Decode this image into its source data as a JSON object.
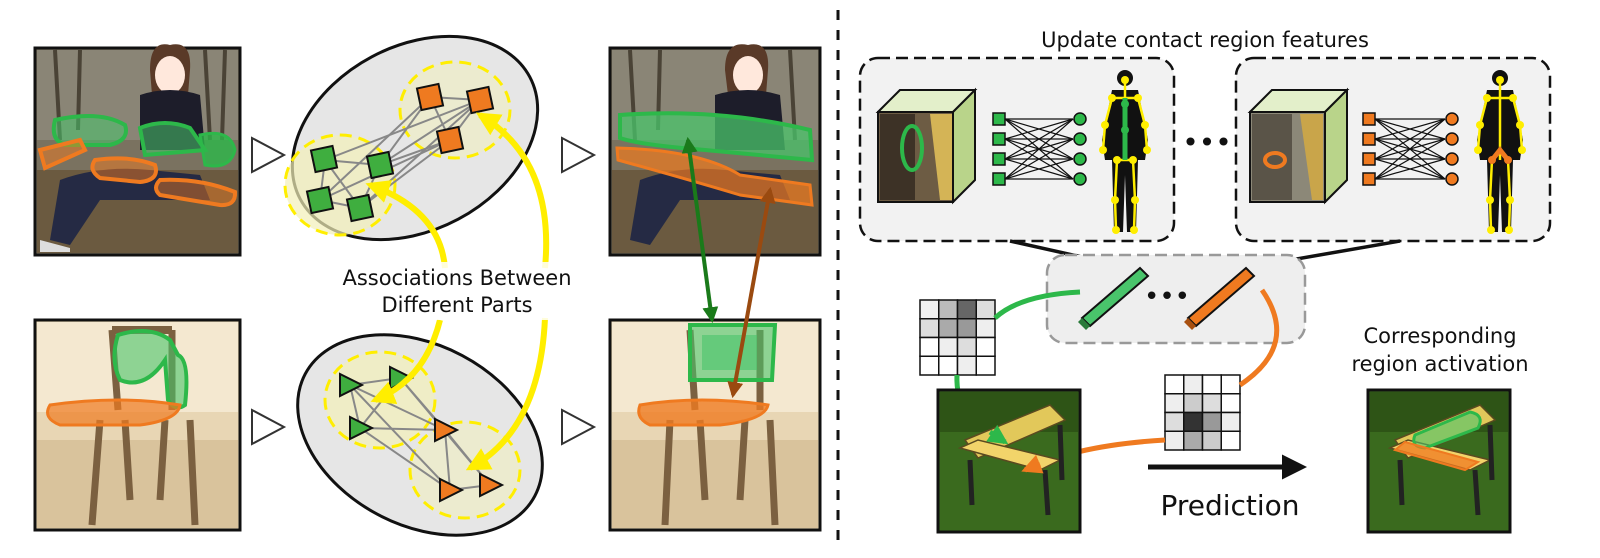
{
  "labels": {
    "associations_line1": "Associations Between",
    "associations_line2": "Different Parts",
    "update_title": "Update contact region features",
    "corresponding_line1": "Corresponding",
    "corresponding_line2": "region activation",
    "prediction": "Prediction",
    "ellipsis": "•••"
  },
  "colors": {
    "green": "#2db84a",
    "orange": "#ef7a20",
    "yellow": "#ffee00",
    "dark_green": "#1a7a1a",
    "brown": "#9a4a10",
    "cube_face": "#cfe3a8"
  },
  "icons": [
    "person-photo",
    "chair-photo",
    "bench-photo",
    "graph-node-square",
    "graph-node-triangle",
    "body-skeleton",
    "feature-cube",
    "feature-vector",
    "heatmap-grid",
    "play-triangle-icon"
  ]
}
